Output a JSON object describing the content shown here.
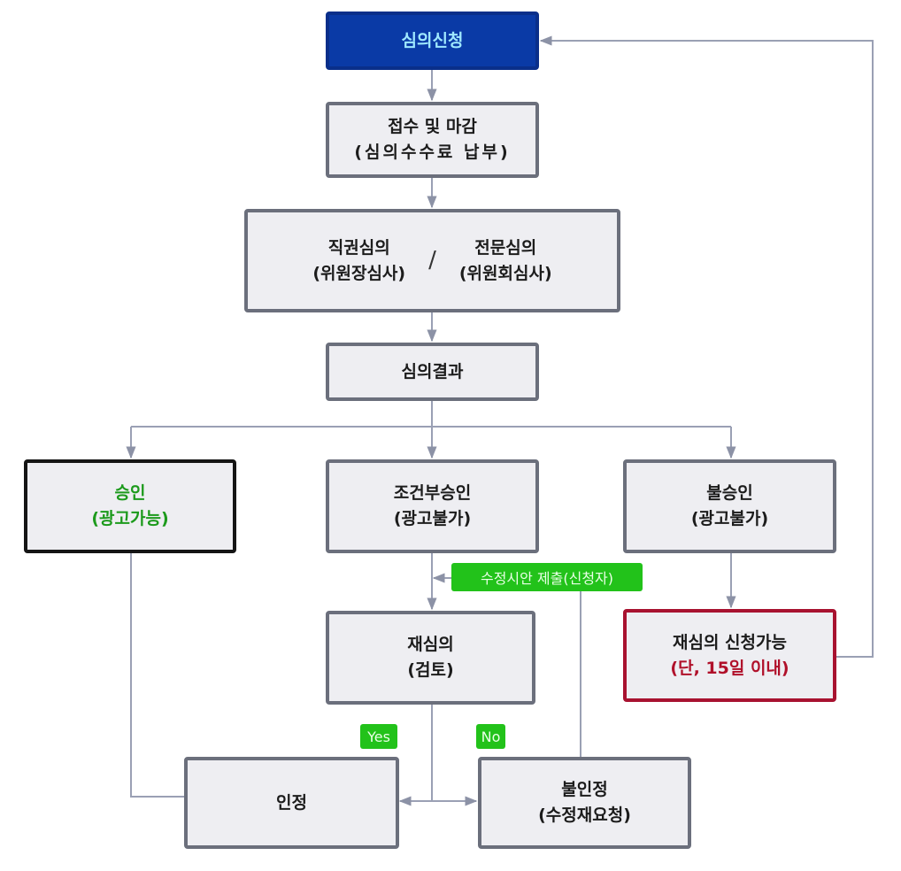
{
  "nodes": {
    "apply": {
      "title": "심의신청"
    },
    "receipt": {
      "title": "접수 및 마감",
      "sub": "(심의수수료 납부)"
    },
    "review": {
      "left": {
        "title": "직권심의",
        "sub": "(위원장심사)"
      },
      "separator": "/",
      "right": {
        "title": "전문심의",
        "sub": "(위원회심사)"
      }
    },
    "result": {
      "title": "심의결과"
    },
    "approved": {
      "title": "승인",
      "sub": "(광고가능)"
    },
    "conditional": {
      "title": "조건부승인",
      "sub": "(광고불가)"
    },
    "rejected": {
      "title": "불승인",
      "sub": "(광고불가)"
    },
    "rereview": {
      "title": "재심의",
      "sub": "(검토)"
    },
    "reapply": {
      "title": "재심의 신청가능",
      "sub": "(단, 15일 이내)"
    },
    "accepted": {
      "title": "인정"
    },
    "notaccepted": {
      "title": "불인정",
      "sub": "(수정재요청)"
    }
  },
  "tags": {
    "revision": "수정시안 제출(신청자)",
    "yes": "Yes",
    "no": "No"
  },
  "colors": {
    "apply_fill": "#0a3aa6",
    "approved_text": "#1c9a1c",
    "reapply_border": "#a81230",
    "tag_fill": "#22c21a",
    "connector": "#9aa0b4"
  }
}
